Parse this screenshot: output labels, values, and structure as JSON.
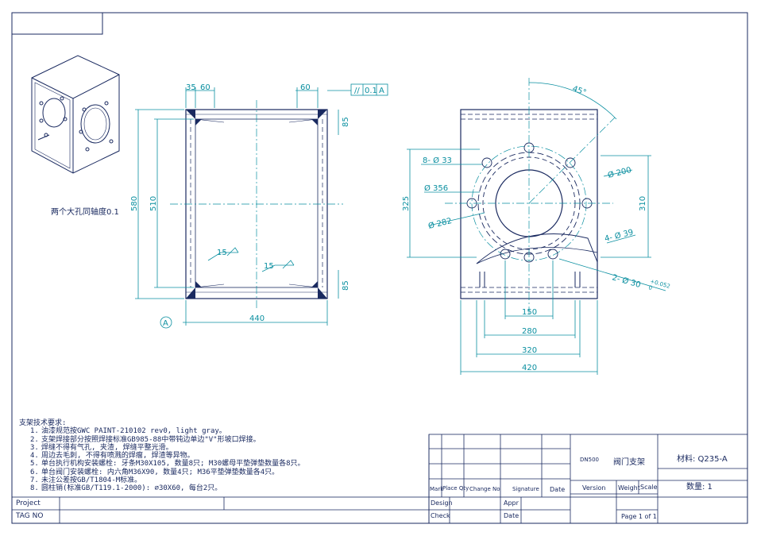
{
  "technical_requirements": {
    "heading": "支架技术要求:",
    "items": [
      {
        "num": "1.",
        "text": "油漆规范按GWC PAINT-210102 rev0, light gray。"
      },
      {
        "num": "2.",
        "text": "支架焊接部分按照焊接标准GB985-88中带钝边单边\"V\"形坡口焊接。"
      },
      {
        "num": "3.",
        "text": "焊缝不得有气孔, 夹渣, 焊缝平整光滑。"
      },
      {
        "num": "4.",
        "text": "周边去毛刺, 不得有喷溅的焊瘤, 焊渣等异物。"
      },
      {
        "num": "5.",
        "text": "单台执行机构安装螺栓: 牙条M30X105, 数量8只; M30螺母平垫弹垫数量各8只。"
      },
      {
        "num": "6.",
        "text": "单台阀门安装螺栓: 内六角M36X90, 数量4只; M36平垫弹垫数量各4只。"
      },
      {
        "num": "7.",
        "text": "未注公差按GB/T1804-M标准。"
      },
      {
        "num": "8.",
        "text": "圆柱销(标准GB/T119.1-2000): ⌀30X60, 每台2只。"
      }
    ]
  },
  "coaxiality_note": "两个大孔同轴度0.1",
  "front_view_dims": {
    "d35": "35",
    "d60a": "60",
    "d60b": "60",
    "d85a": "85",
    "d85b": "85",
    "d580": "580",
    "d510": "510",
    "d440": "440",
    "weld1": "15",
    "weld2": "15",
    "datum": "A",
    "tol_symbol": "//",
    "tol_value": "0.1",
    "tol_datum": "A"
  },
  "side_view_dims": {
    "angle": "45°",
    "bolt8": "8- Ø 33",
    "d356": "Ø 356",
    "d200": "Ø 200",
    "d282": "Ø 282",
    "bolt4": "4- Ø 39",
    "pin": "2- Ø 30",
    "pin_tol_upper": "+0.052",
    "pin_tol_lower": "0",
    "d325": "325",
    "d310": "310",
    "d150": "150",
    "d280": "280",
    "d320": "320",
    "d420": "420"
  },
  "title_block": {
    "project_label": "Project",
    "tag_label": "TAG NO",
    "mark": "Mark",
    "place_qty": "Place Qty",
    "change_no": "Change No",
    "signature": "Signature",
    "date": "Date",
    "design": "Design",
    "appr": "Appr",
    "check": "Check",
    "date2": "Date",
    "size": "DN500",
    "part_name": "阀门支架",
    "material": "材料: Q235-A",
    "version": "Version",
    "weight": "Weight",
    "scale": "Scale",
    "quantity": "数量: 1",
    "page": "Page 1 of 1"
  }
}
